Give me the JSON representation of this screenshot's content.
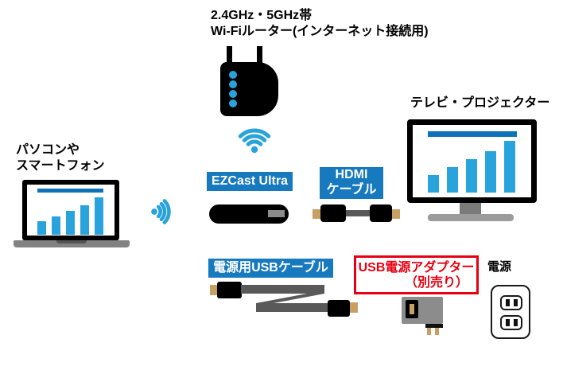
{
  "colors": {
    "light_blue": "#29A3DC",
    "dark_blue": "#0E72B8",
    "label_blue": "#1779BE",
    "red": "#E60012",
    "tan": "#C9A063"
  },
  "nodes": {
    "router": {
      "label_line1": "2.4GHz・5GHz帯",
      "label_line2": "Wi-Fiルーター(インターネット接続用)"
    },
    "pc": {
      "label_line1": "パソコンや",
      "label_line2": "スマートフォン"
    },
    "tv": {
      "label": "テレビ・プロジェクター"
    },
    "dongle": {
      "label": "EZCast Ultra"
    },
    "hdmi_cable": {
      "label_line1": "HDMI",
      "label_line2": "ケーブル"
    },
    "usb_power_cable": {
      "label": "電源用USBケーブル"
    },
    "usb_adapter": {
      "label_line1": "USB電源アダプター",
      "label_line2": "（別売り）"
    },
    "power": {
      "label": "電源"
    }
  },
  "icons": {
    "wifi_icon": "wifi signal (3 arcs + dot, blue)",
    "cast_signal_icon": "wifi signal rotated right (blue)"
  },
  "illustration": {
    "laptop_screen_bars": [
      17,
      23,
      30,
      37,
      47
    ],
    "tv_screen_bars": [
      22,
      32,
      42,
      52,
      65
    ]
  }
}
